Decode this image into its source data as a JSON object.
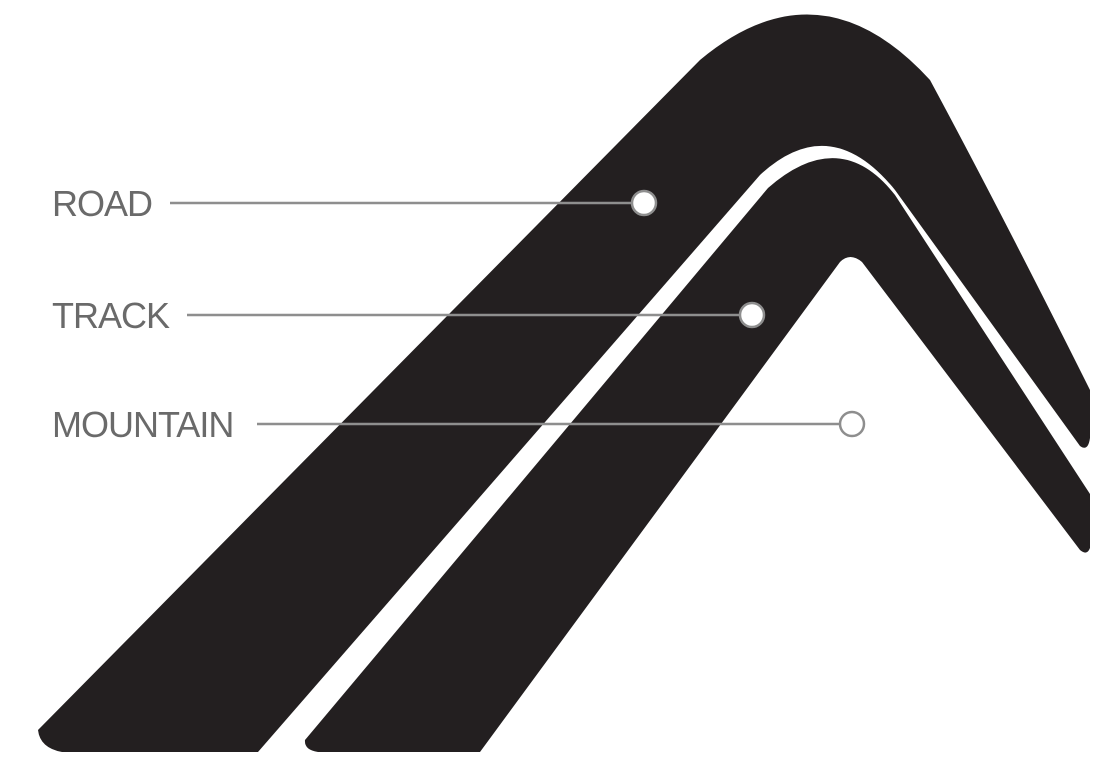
{
  "labels": {
    "road": "ROAD",
    "track": "TRACK",
    "mountain": "MOUNTAIN"
  },
  "colors": {
    "band": "#231f20",
    "leader": "#8e8e8e",
    "label": "#6a6a6a",
    "background": "#ffffff"
  }
}
